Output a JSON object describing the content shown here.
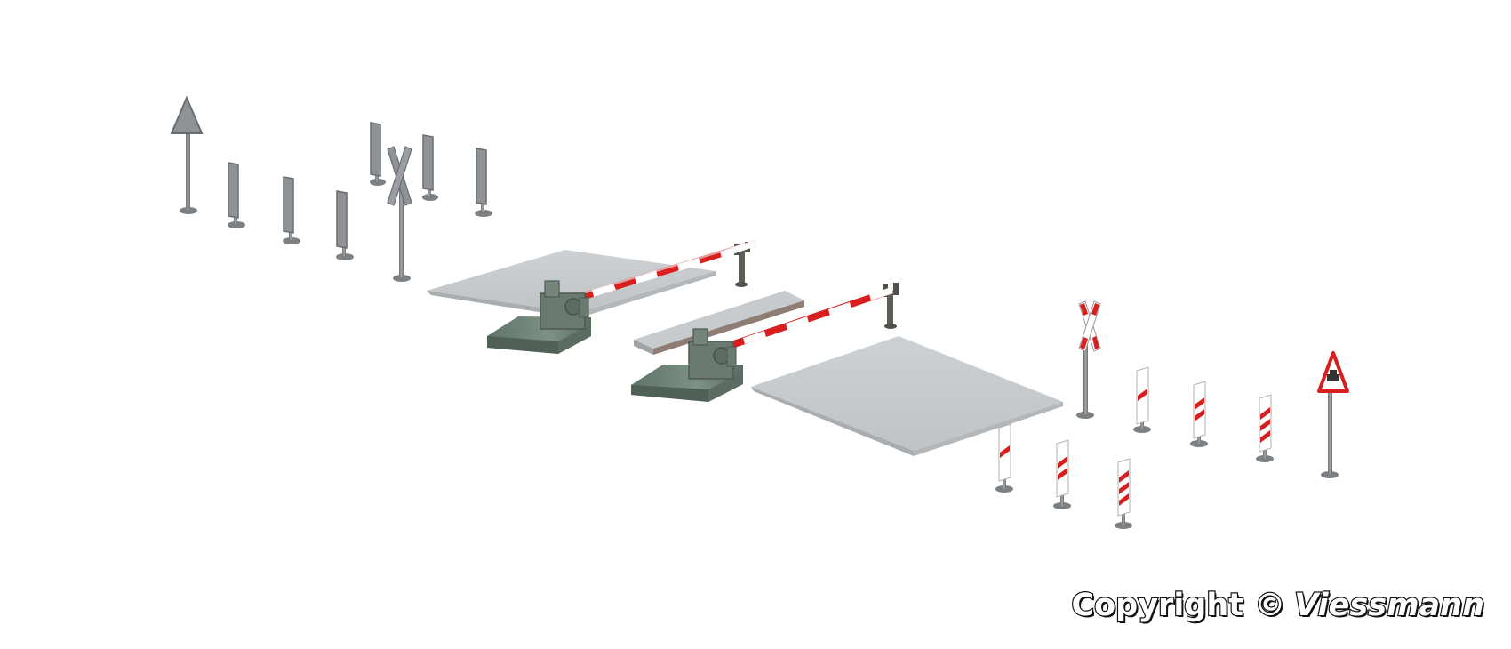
{
  "colors": {
    "background": "#ffffff",
    "pole": "#8a8d90",
    "sign_grey": "#9a9ea2",
    "ramp": "#c7cbcd",
    "ramp_edge": "#a8acae",
    "base_green": "#6f8478",
    "barrier_red": "#d81e1e",
    "barrier_white": "#ffffff",
    "post_dark": "#5a5e55"
  },
  "icons": {
    "scene": "railway-level-crossing-model-kit",
    "left_crossbuck": "st-andrews-cross-grey",
    "right_crossbuck": "st-andrews-cross-red-white",
    "warning_sign": "warning-triangle-level-crossing",
    "approach_sign": "triangle-sign"
  },
  "watermark": {
    "copyright_text": "Copyright ©",
    "brand": "Viessmann"
  }
}
